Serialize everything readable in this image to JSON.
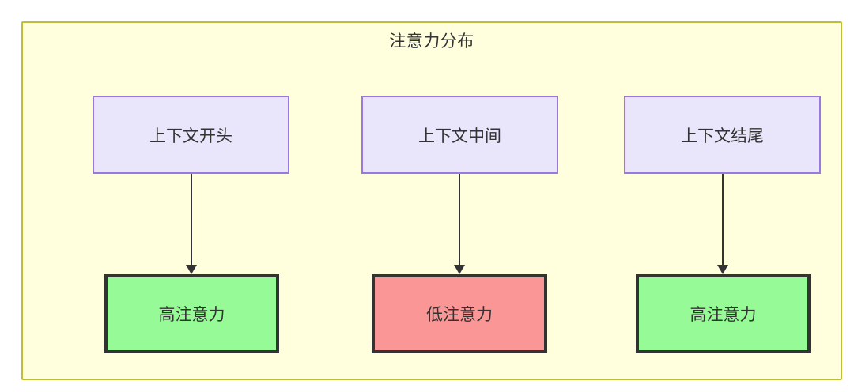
{
  "diagram": {
    "title": "注意力分布",
    "type": "flowchart",
    "background_color": "#ffffff",
    "container": {
      "fill": "#ffffdd",
      "stroke": "#bfbf36"
    },
    "palette": {
      "context_fill": "#e9e6fb",
      "context_stroke": "#9a78e0",
      "high_attention_fill": "#96fa96",
      "low_attention_fill": "#fa9696",
      "node_stroke": "#333333",
      "text_color": "#333333",
      "edge_color": "#333333"
    },
    "context_nodes": [
      {
        "id": "ctx-start",
        "label": "上下文开头"
      },
      {
        "id": "ctx-middle",
        "label": "上下文中间"
      },
      {
        "id": "ctx-end",
        "label": "上下文结尾"
      }
    ],
    "attention_nodes": [
      {
        "id": "att-start",
        "label": "高注意力",
        "level": "high"
      },
      {
        "id": "att-middle",
        "label": "低注意力",
        "level": "low"
      },
      {
        "id": "att-end",
        "label": "高注意力",
        "level": "high"
      }
    ],
    "edges": [
      {
        "from": "上下文开头",
        "to": "高注意力",
        "arrow": "down-arrow"
      },
      {
        "from": "上下文中间",
        "to": "低注意力",
        "arrow": "down-arrow"
      },
      {
        "from": "上下文结尾",
        "to": "高注意力",
        "arrow": "down-arrow"
      }
    ]
  }
}
